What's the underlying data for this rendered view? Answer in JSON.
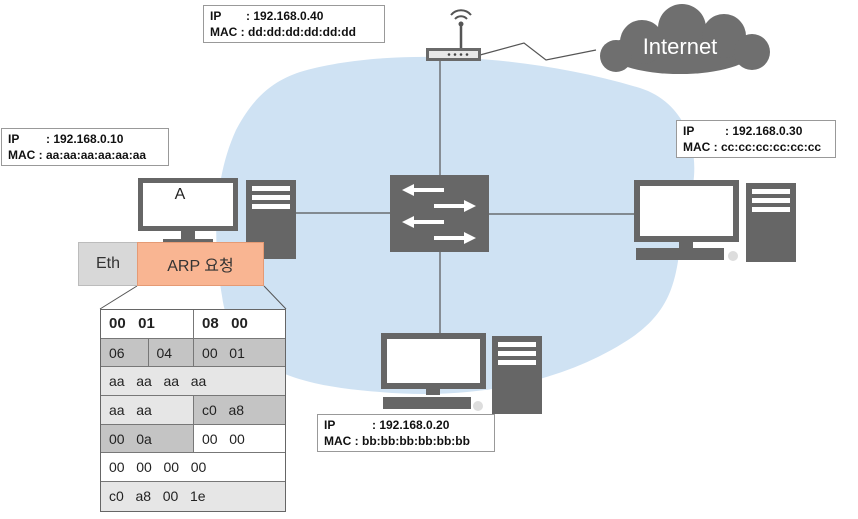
{
  "router": {
    "ip_label": "IP",
    "ip_value": ": 192.168.0.40",
    "mac_label": "MAC",
    "mac_value": ": dd:dd:dd:dd:dd:dd"
  },
  "cloud": {
    "label": "Internet"
  },
  "host_a": {
    "name": "A",
    "ip_label": "IP",
    "ip_value": ": 192.168.0.10",
    "mac_label": "MAC",
    "mac_value": ": aa:aa:aa:aa:aa:aa"
  },
  "host_b": {
    "ip_label": "IP",
    "ip_value": ": 192.168.0.20",
    "mac_label": "MAC",
    "mac_value": ": bb:bb:bb:bb:bb:bb"
  },
  "host_c": {
    "ip_label": "IP",
    "ip_value": ": 192.168.0.30",
    "mac_label": "MAC",
    "mac_value": ": cc:cc:cc:cc:cc:cc"
  },
  "frame": {
    "eth_label": "Eth",
    "arp_label": "ARP 요청"
  },
  "packet": {
    "rows": [
      {
        "left": "00   01",
        "right": "08   00"
      },
      {
        "c1": "06",
        "c2": "04",
        "right": "00   01"
      },
      {
        "full": "aa   aa   aa   aa"
      },
      {
        "left": "aa   aa",
        "right": "c0   a8"
      },
      {
        "left": "00   0a",
        "right": "00   00"
      },
      {
        "full": "00   00   00   00"
      },
      {
        "full": "c0   a8   00   1e"
      }
    ]
  },
  "colors": {
    "lan_fill": "#cfe2f3",
    "device": "#646464",
    "cloud": "#6f6f6f",
    "arp": "#f9b592",
    "eth": "#d8d8d8"
  }
}
